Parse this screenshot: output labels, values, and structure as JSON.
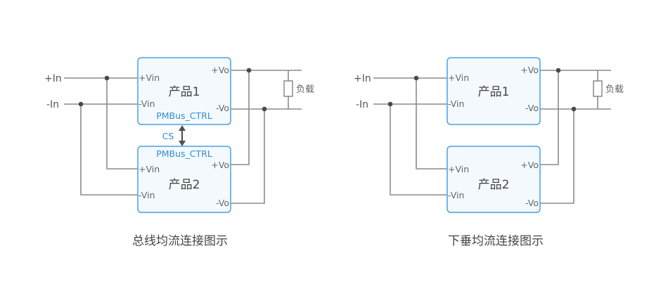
{
  "diagrams": [
    {
      "id": "bus-current-sharing",
      "caption": "总线均流连接图示",
      "inputs": {
        "pos": "+In",
        "neg": "-In"
      },
      "modules": [
        {
          "title": "产品1",
          "pin_vin_pos": "+Vin",
          "pin_vin_neg": "-Vin",
          "pin_vo_pos": "+Vo",
          "pin_vo_neg": "-Vo",
          "bus_label": "PMBus_CTRL"
        },
        {
          "title": "产品2",
          "pin_vin_pos": "+Vin",
          "pin_vin_neg": "-Vin",
          "pin_vo_pos": "+Vo",
          "pin_vo_neg": "-Vo",
          "bus_label": "PMBus_CTRL"
        }
      ],
      "link_label": "CS",
      "load_label": "负载"
    },
    {
      "id": "droop-current-sharing",
      "caption": "下垂均流连接图示",
      "inputs": {
        "pos": "+In",
        "neg": "-In"
      },
      "modules": [
        {
          "title": "产品1",
          "pin_vin_pos": "+Vin",
          "pin_vin_neg": "-Vin",
          "pin_vo_pos": "+Vo",
          "pin_vo_neg": "-Vo"
        },
        {
          "title": "产品2",
          "pin_vin_pos": "+Vin",
          "pin_vin_neg": "-Vin",
          "pin_vo_pos": "+Vo",
          "pin_vo_neg": "-Vo"
        }
      ],
      "load_label": "负载"
    }
  ],
  "colors": {
    "box_border": "#4aa3df",
    "box_fill": "#f3f9fd",
    "wire": "#8c8c8c",
    "bus_text": "#2f8fd0",
    "text": "#555555"
  }
}
